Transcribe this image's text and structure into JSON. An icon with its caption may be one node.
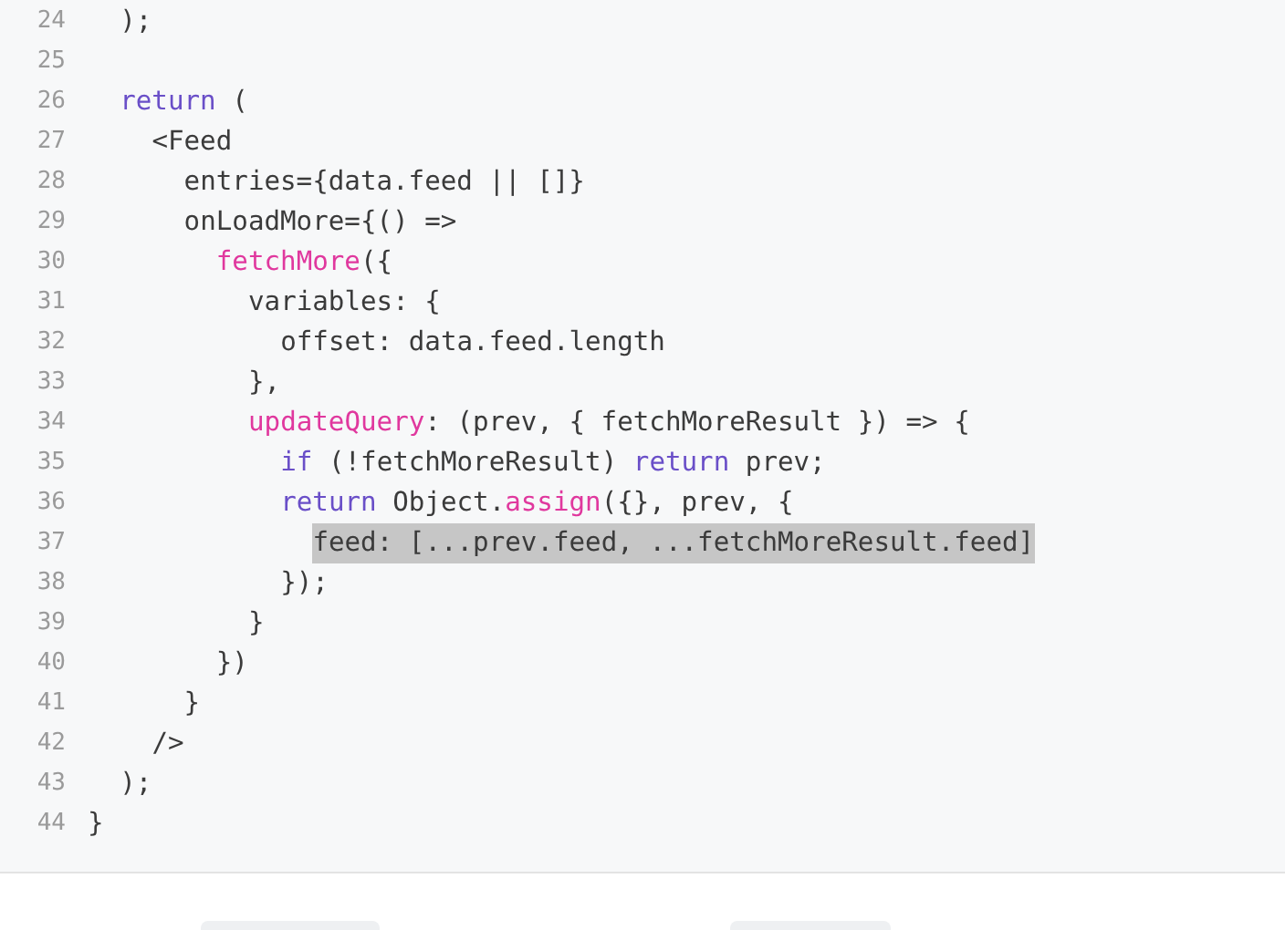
{
  "diagram": {
    "labels": [
      "24",
      ");",
      "25",
      "26",
      "return (",
      "27",
      "<Feed",
      "28",
      "entries={data.feed || []}",
      "29",
      "onLoadMore={() =>",
      "30",
      "fetchMore({",
      "31",
      "variables: {",
      "32",
      "offset: data.feed.length",
      "33",
      "},",
      "34",
      "updateQuery: (prev, { fetchMoreResult }) => {",
      "35",
      "if (!fetchMoreResult) return prev;",
      "36",
      "return Object.assign({}, prev, {",
      "37",
      "feed: [...prev.feed, ...fetchMoreResult.feed]",
      "38",
      "});",
      "39",
      "}",
      "40",
      "})",
      "41",
      "}",
      "42",
      "/>",
      "43",
      ");",
      "44",
      "}"
    ]
  }
}
